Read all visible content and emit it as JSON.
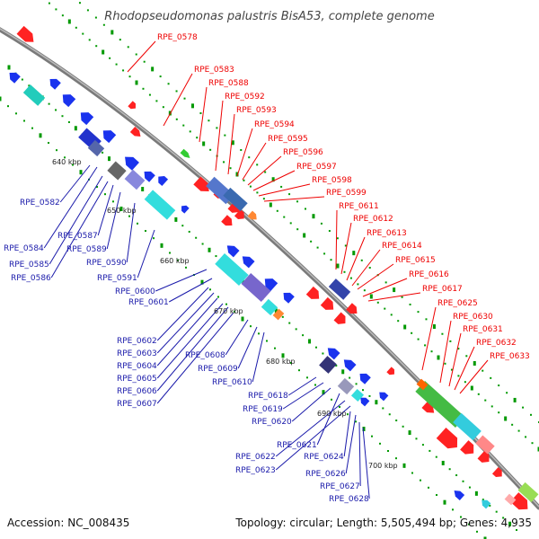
{
  "title": "Rhodopseudomonas palustris BisA53, complete genome",
  "footer": {
    "accession": "Accession: NC_008435",
    "info": "Topology: circular; Length: 5,505,494 bp; Genes: 4,935"
  },
  "kbp_ticks": [
    {
      "label": "640 kbp"
    },
    {
      "label": "650 kbp"
    },
    {
      "label": "660 kbp"
    },
    {
      "label": "670 kbp"
    },
    {
      "label": "680 kbp"
    },
    {
      "label": "690 kbp"
    },
    {
      "label": "700 kbp"
    }
  ],
  "genes": {
    "forward": [
      "RPE_0578",
      "RPE_0583",
      "RPE_0588",
      "RPE_0592",
      "RPE_0593",
      "RPE_0594",
      "RPE_0595",
      "RPE_0596",
      "RPE_0597",
      "RPE_0598",
      "RPE_0599",
      "RPE_0611",
      "RPE_0612",
      "RPE_0613",
      "RPE_0614",
      "RPE_0615",
      "RPE_0616",
      "RPE_0617",
      "RPE_0625",
      "RPE_0630",
      "RPE_0631",
      "RPE_0632",
      "RPE_0633"
    ],
    "reverse": [
      "RPE_0582",
      "RPE_0584",
      "RPE_0585",
      "RPE_0586",
      "RPE_0587",
      "RPE_0589",
      "RPE_0590",
      "RPE_0591",
      "RPE_0600",
      "RPE_0601",
      "RPE_0602",
      "RPE_0603",
      "RPE_0604",
      "RPE_0605",
      "RPE_0606",
      "RPE_0607",
      "RPE_0608",
      "RPE_0609",
      "RPE_0610",
      "RPE_0618",
      "RPE_0619",
      "RPE_0620",
      "RPE_0621",
      "RPE_0622",
      "RPE_0623",
      "RPE_0624",
      "RPE_0626",
      "RPE_0627",
      "RPE_0628"
    ]
  },
  "colors": {
    "forward_strand": "#ff0000",
    "reverse_strand": "#0000ff",
    "backbone": "#808080",
    "tick_marks": "#009900",
    "cyan_feature": "#00ffff",
    "green_feature": "#33cc33",
    "label_forward": "#ee0000",
    "label_reverse": "#1a1aaa"
  }
}
